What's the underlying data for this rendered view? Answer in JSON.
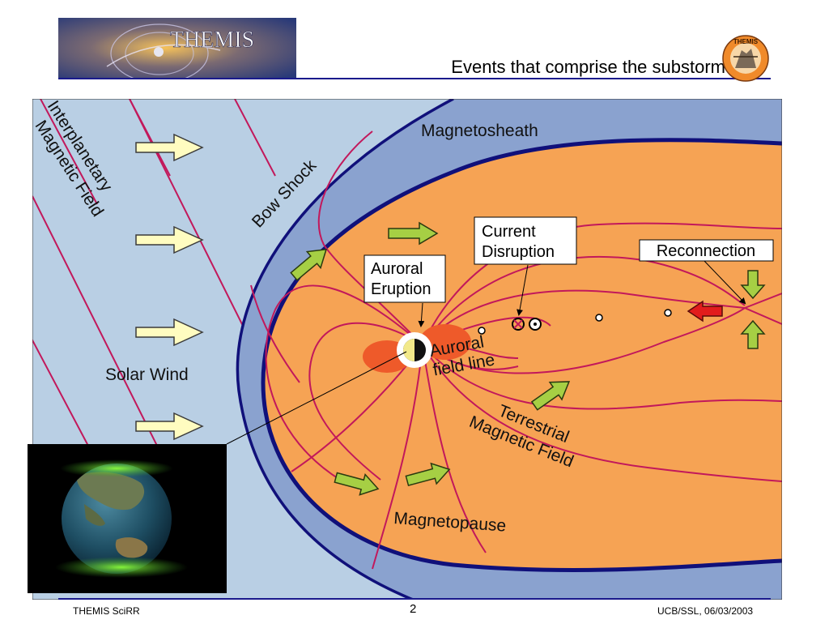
{
  "header": {
    "banner_text": "THEMIS",
    "slide_title": "Events that comprise the substorm",
    "logo_text": "THEMIS"
  },
  "diagram": {
    "labels": {
      "imf": "Interplanetary\nMagnetic Field",
      "bow_shock": "Bow Shock",
      "magnetosheath": "Magnetosheath",
      "solar_wind": "Solar Wind",
      "current_disruption": "Current\nDisruption",
      "reconnection": "Reconnection",
      "auroral_eruption": "Auroral\nEruption",
      "auroral_field_line": "Auroral\nfield line",
      "terrestrial_field": "Terrestrial\nMagnetic Field",
      "magnetopause": "Magnetopause"
    },
    "colors": {
      "solar_wind_bg": "#b9cfe4",
      "sheath": "#8aa2cf",
      "magnetosphere": "#f6a354",
      "field_line": "#c2185b",
      "boundary": "#10107a",
      "arrow_yellow": "#fffcc0",
      "arrow_green": "#a6cf44",
      "arrow_red": "#e21c1c"
    }
  },
  "footer": {
    "left": "THEMIS SciRR",
    "page": "2",
    "right": "UCB/SSL, 06/03/2003"
  }
}
